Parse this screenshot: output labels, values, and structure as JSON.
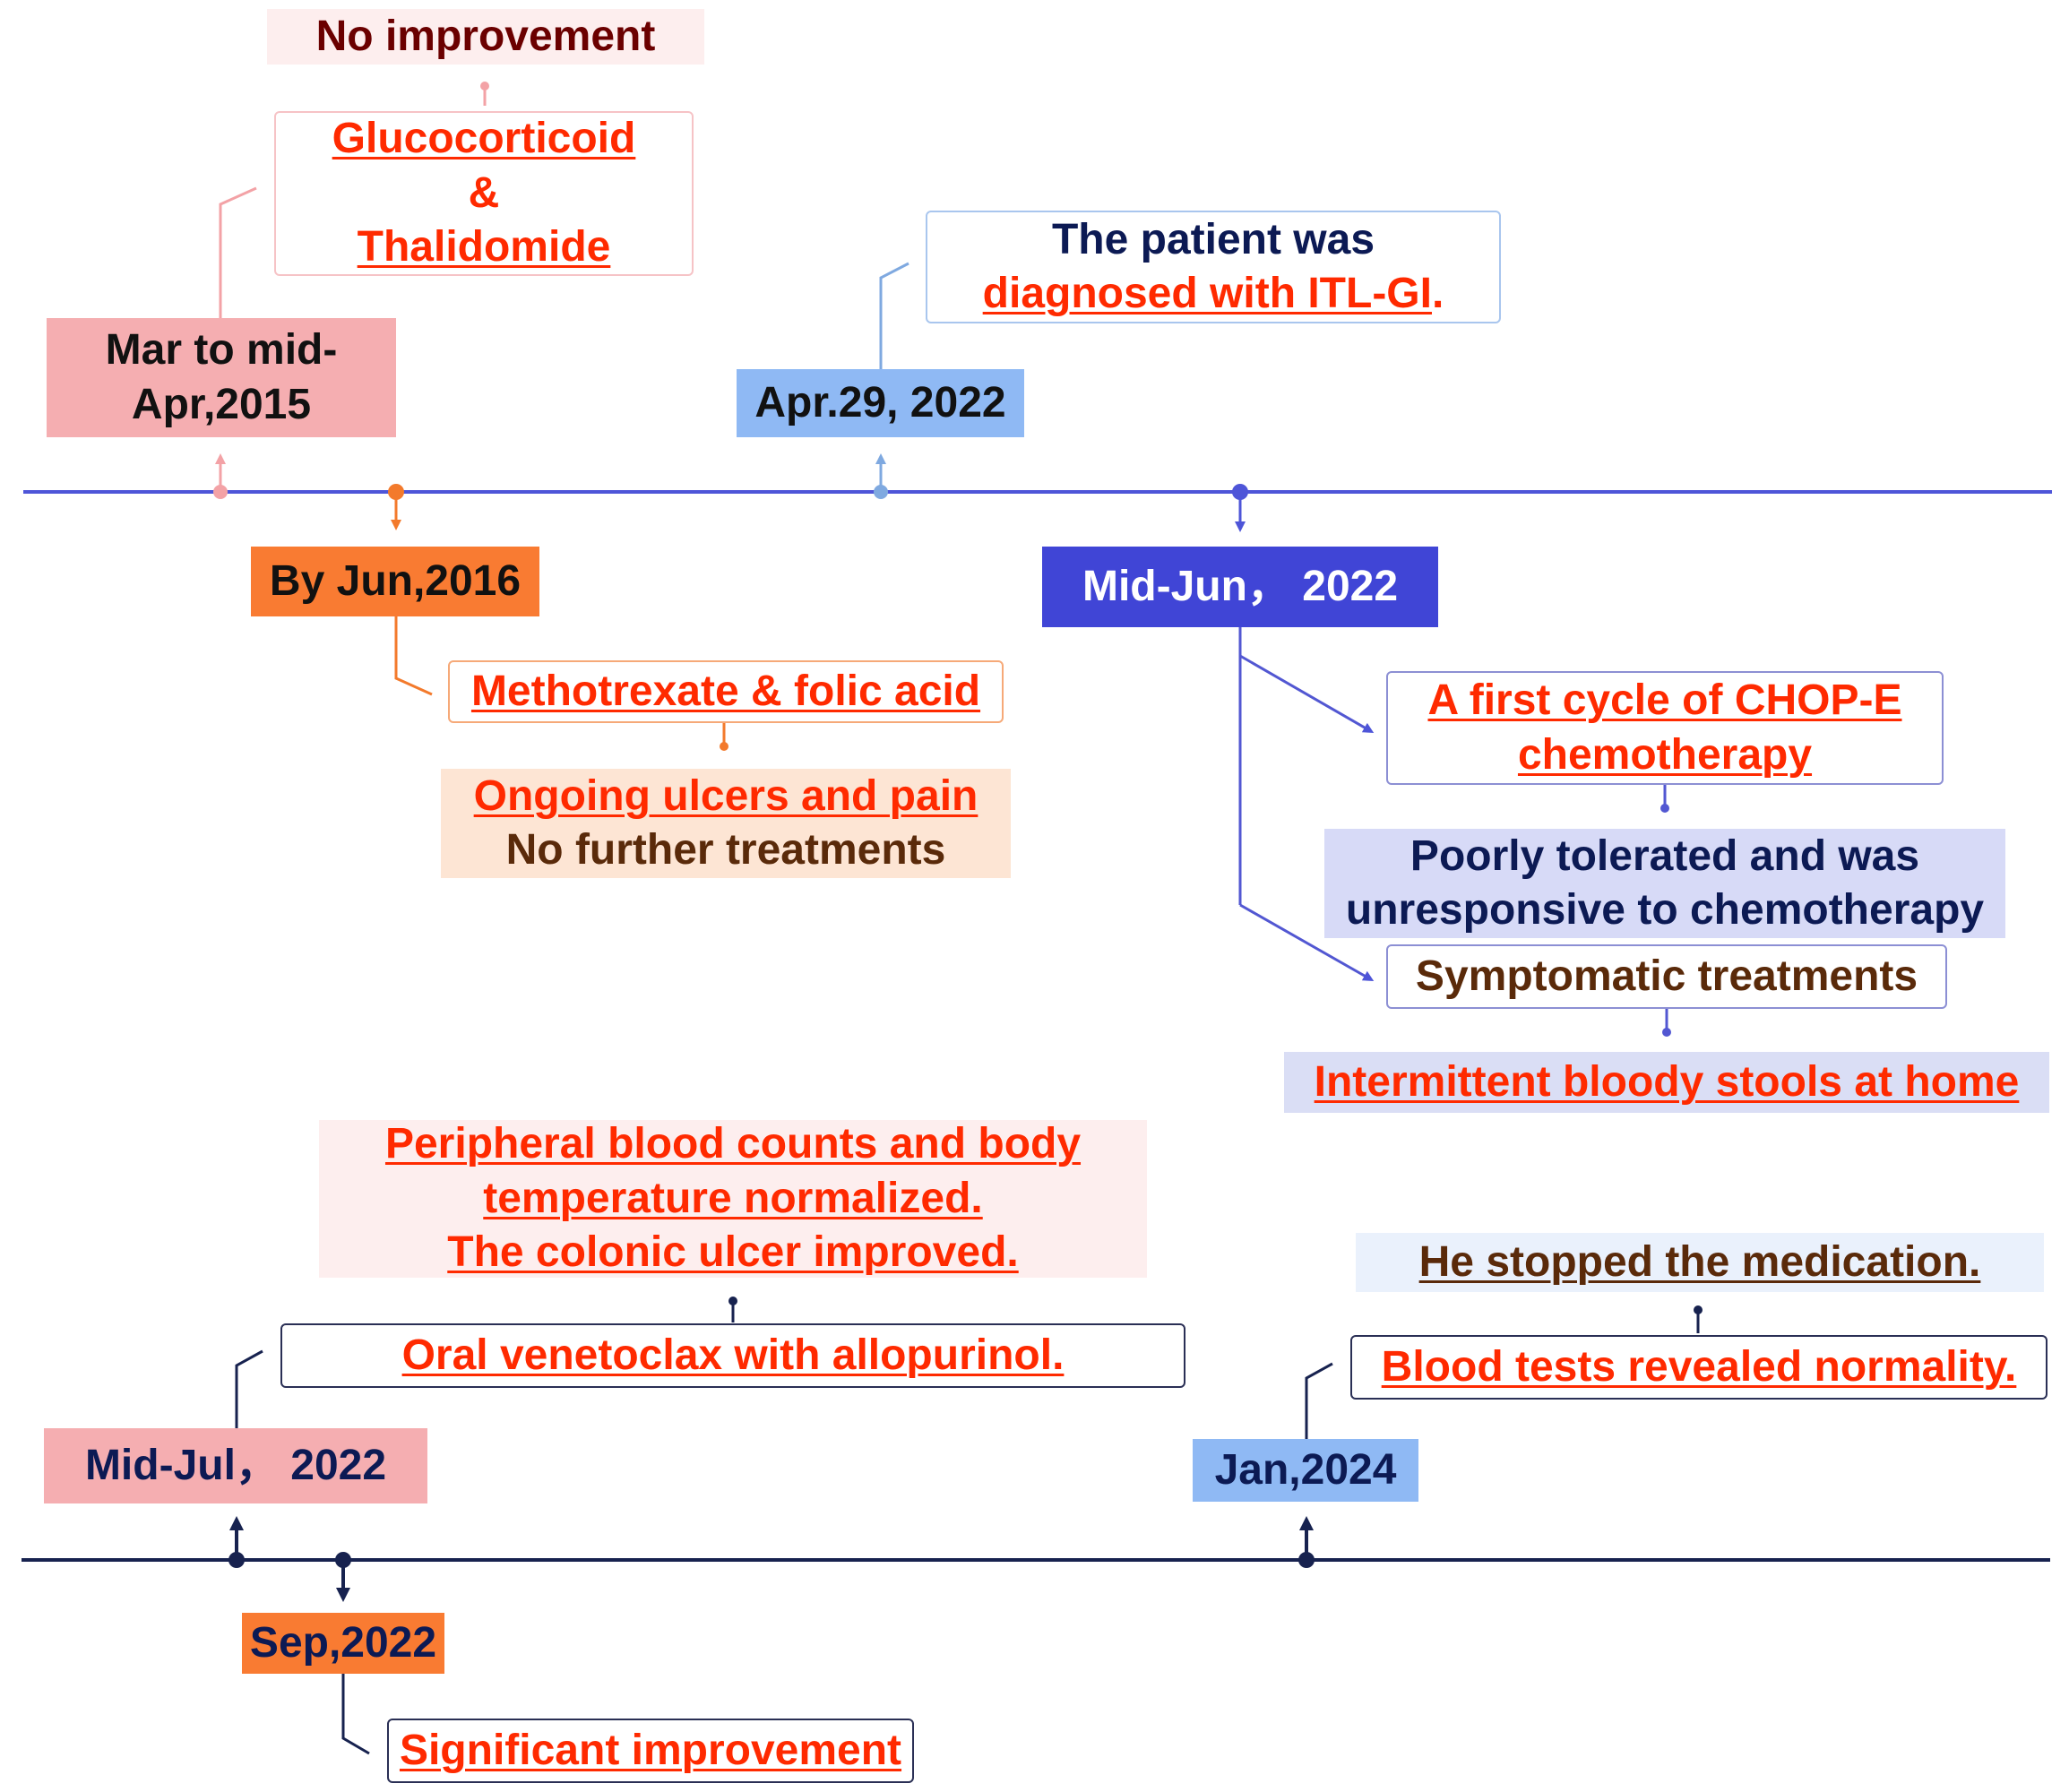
{
  "timeline_top": {
    "events": [
      {
        "date": "Mar to mid-\nApr,2015",
        "date_lines": [
          "Mar to mid-",
          "Apr,2015"
        ],
        "treatment": [
          "Glucocorticoid",
          "&",
          "Thalidomide"
        ],
        "outcome": "No improvement"
      },
      {
        "date": "By Jun,2016",
        "treatment": "Methotrexate & folic acid",
        "outcome_lines": [
          "Ongoing ulcers and pain",
          "No further treatments"
        ]
      },
      {
        "date": "Apr.29, 2022",
        "note_lines": [
          "The patient was",
          "diagnosed with ITL-GI",
          "."
        ]
      },
      {
        "date": "Mid-Jun， 2022",
        "treatment_lines": [
          "A first cycle of CHOP-E",
          "chemotherapy"
        ],
        "response_lines": [
          "Poorly tolerated and was",
          "unresponsive to chemotherapy"
        ],
        "followup": "Symptomatic treatments",
        "followup_outcome": "Intermittent bloody stools at home"
      }
    ]
  },
  "timeline_bottom": {
    "events": [
      {
        "date": "Mid-Jul， 2022",
        "treatment": "Oral venetoclax with allopurinol.",
        "outcome_lines": [
          "Peripheral blood counts and body",
          "temperature normalized.",
          "The colonic ulcer improved."
        ]
      },
      {
        "date": "Sep,2022",
        "outcome": "Significant improvement"
      },
      {
        "date": "Jan,2024",
        "finding": "Blood tests revealed normality.",
        "action": "He stopped the medication."
      }
    ]
  },
  "colors": {
    "pink_date": "#f5aeb1",
    "pink_connector": "#f3a2a6",
    "orange_date": "#f97b32",
    "orange_connector": "#f37a2c",
    "light_blue_date": "#8fb9f4",
    "light_blue_connector": "#7fa9e0",
    "indigo_date": "#4045d6",
    "indigo_connector": "#5257d2",
    "top_axis": "#4e55d8",
    "bottom_axis": "#17224f",
    "highlight_text": "#ff2a00"
  }
}
